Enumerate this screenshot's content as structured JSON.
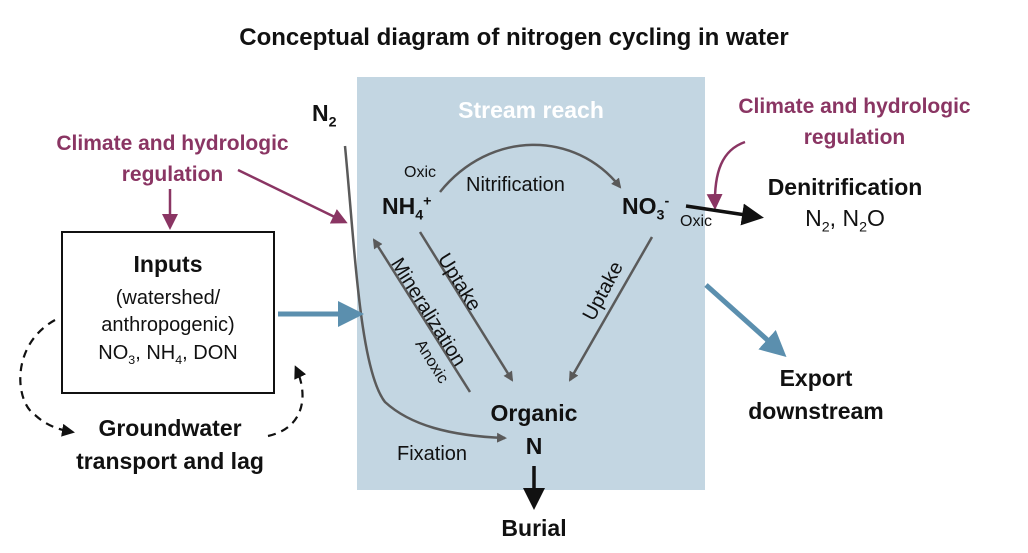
{
  "title": "Conceptual diagram of nitrogen cycling in water",
  "stream_reach": {
    "label": "Stream reach"
  },
  "climate_left": {
    "line1": "Climate and hydrologic",
    "line2": "regulation"
  },
  "climate_right": {
    "line1": "Climate and hydrologic",
    "line2": "regulation"
  },
  "inputs": {
    "title": "Inputs",
    "line1": "(watershed/",
    "line2": "anthropogenic)",
    "no3": "NO",
    "no3_sub": "3",
    "sep1": ", ",
    "nh4": "NH",
    "nh4_sub": "4",
    "sep2": ", ",
    "don": "DON"
  },
  "groundwater": {
    "line1": "Groundwater",
    "line2": "transport and lag"
  },
  "n2": {
    "text": "N",
    "sub": "2"
  },
  "nh4_node": {
    "text": "NH",
    "sub": "4",
    "sup": "+"
  },
  "no3_node": {
    "text": "NO",
    "sub": "3",
    "sup": "-"
  },
  "organic_n": {
    "line1": "Organic",
    "line2": "N"
  },
  "burial": "Burial",
  "denitrification": {
    "title": "Denitrification",
    "n2": "N",
    "n2_sub": "2",
    "sep": ", ",
    "n2o_a": "N",
    "n2o_sub": "2",
    "n2o_b": "O"
  },
  "export": {
    "line1": "Export",
    "line2": "downstream"
  },
  "process_labels": {
    "nitrification": "Nitrification",
    "oxic_top": "Oxic",
    "oxic_right": "Oxic",
    "uptake_left": "Uptake",
    "uptake_right": "Uptake",
    "mineralization": "Mineralization",
    "anoxic": "Anoxic",
    "fixation": "Fixation"
  },
  "colors": {
    "reach_fill": "#c3d6e2",
    "purple": "#8a3563",
    "blue_arrow": "#5b8fae",
    "gray_arrow": "#5a5a5a",
    "black": "#111111"
  }
}
